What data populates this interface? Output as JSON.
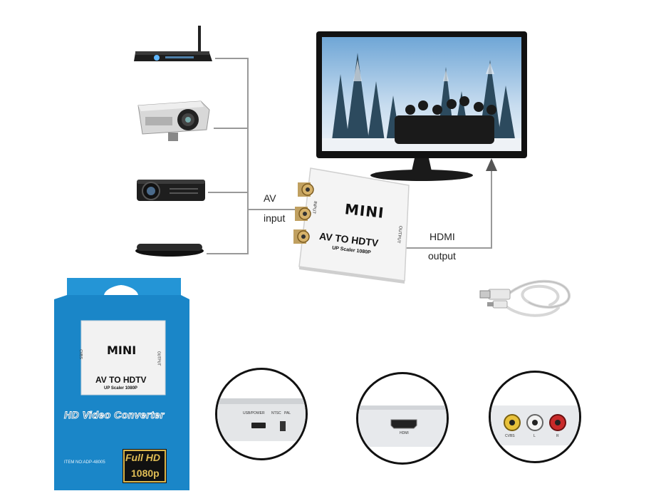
{
  "diagram": {
    "input_label_top": "AV",
    "input_label_bottom": "input",
    "output_label_top": "HDMI",
    "output_label_bottom": "output"
  },
  "converter": {
    "brand": "MINI",
    "title": "AV TO HDTV",
    "subtitle": "UP Scaler 1080P",
    "side_input": "INPUT",
    "side_output": "OUTPUT"
  },
  "box": {
    "brand": "MINI",
    "title": "AV TO HDTV",
    "subtitle": "UP Scaler 1080P",
    "side_left": "CVBS",
    "side_right": "OUTPUT",
    "banner": "HD Video Converter",
    "item_no": "ITEM NO:ADP-48005",
    "badge_top": "Full HD",
    "badge_bottom": "1080p"
  },
  "closeups": {
    "left_labels": [
      "USB/POWER",
      "NTSC",
      "PAL"
    ],
    "middle_label": "HDMI",
    "right_labels": [
      "CVBS",
      "L",
      "R"
    ]
  },
  "colors": {
    "box_blue": "#1a86c8",
    "converter_white": "#f4f4f4",
    "line_gray": "#999999",
    "sky_blue": "#6fa6d6"
  },
  "icons": [
    "router-icon",
    "cctv-camera-icon",
    "projector-icon",
    "media-box-icon",
    "tv-icon",
    "usb-cable-icon"
  ]
}
